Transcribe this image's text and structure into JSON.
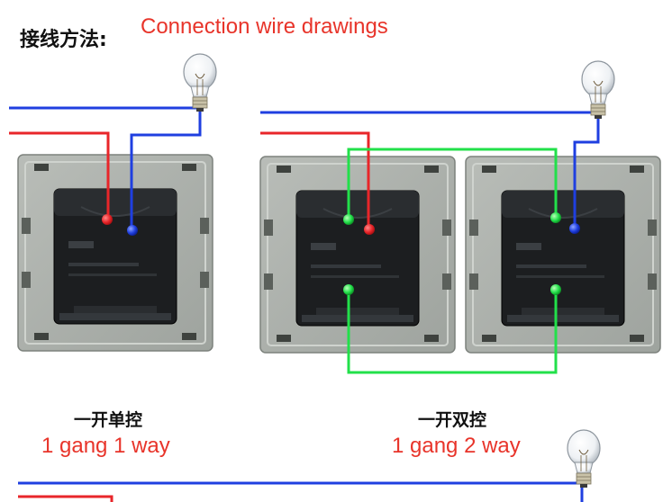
{
  "title": {
    "chinese": "接线方法:",
    "english": "Connection wire drawings"
  },
  "diagrams": [
    {
      "chinese_label": "一开单控",
      "english_label": "1 gang 1 way"
    },
    {
      "chinese_label": "一开双控",
      "english_label": "1 gang 2 way"
    }
  ],
  "colors": {
    "live_wire": "#e8262a",
    "neutral_wire": "#1f3fe0",
    "traveler_wire": "#22e04a",
    "label_red": "#e8342a"
  },
  "icons": [
    "light-bulb-icon",
    "wall-switch-module"
  ]
}
